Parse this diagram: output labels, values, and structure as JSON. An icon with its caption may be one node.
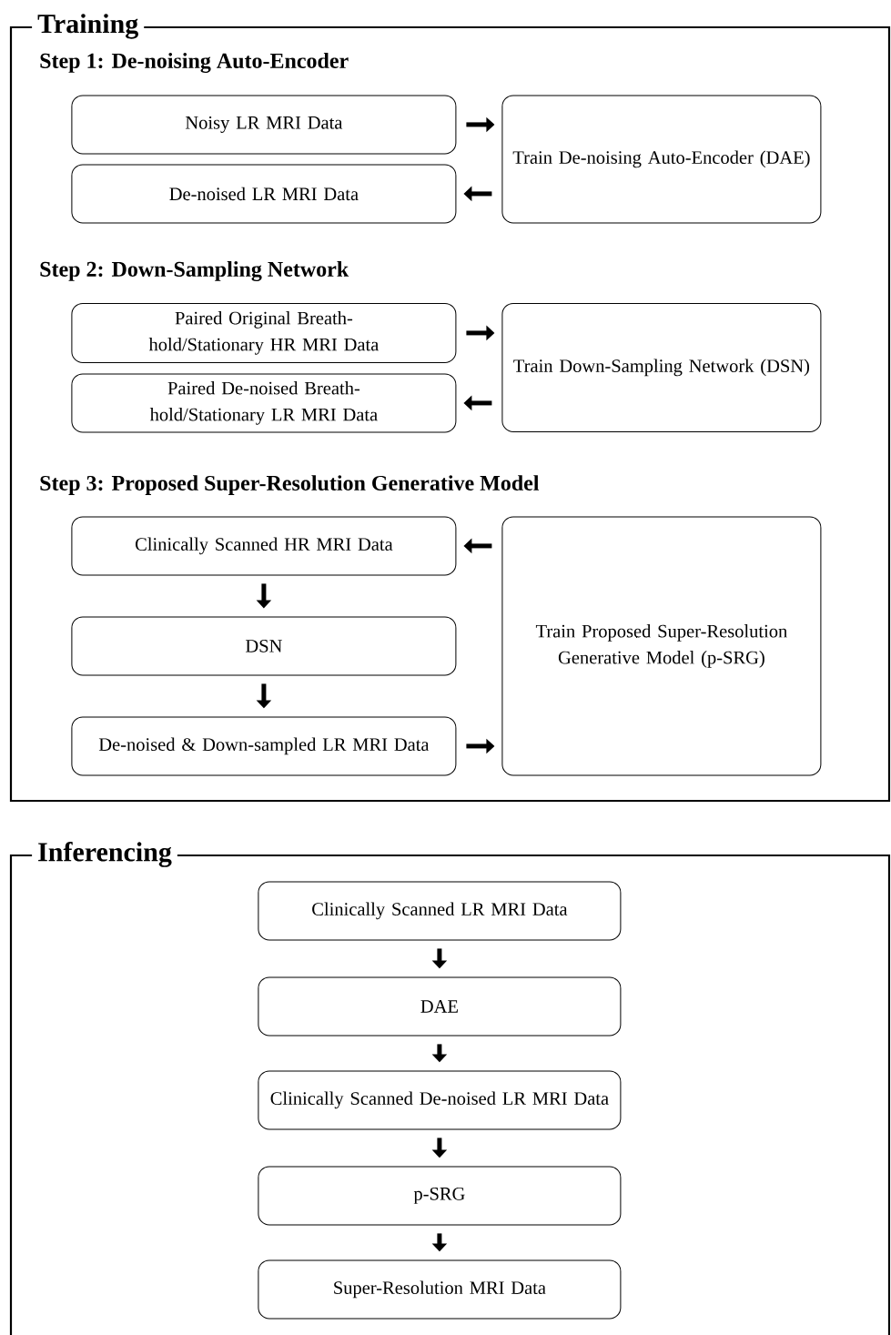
{
  "diagram": {
    "nodes": [
      {
        "text": [
          "Training"
        ]
      },
      {
        "text": [
          "Noisy LR MRI Data"
        ],
        "in": 0
      },
      {
        "text": [
          "De-noised LR MRI Data"
        ],
        "in": 0
      },
      {
        "text": [
          "Train De-noising Auto-Encoder (DAE)"
        ],
        "in": 0
      },
      {
        "text": [
          "Paired Original Breath-hold/Stationary HR MRI Data"
        ],
        "in": 0
      },
      {
        "text": [
          "Paired De-noised Breath-hold/Stationary LR MRI Data"
        ],
        "in": 0
      },
      {
        "text": [
          "Train Down-Sampling Network (DSN)"
        ],
        "in": 0
      },
      {
        "text": [
          "Clinically Scanned HR MRI Data"
        ],
        "in": 0
      },
      {
        "text": [
          "DSN"
        ],
        "in": 0
      },
      {
        "text": [
          "De-noised & Down-sampled LR MRI Data"
        ],
        "in": 0
      },
      {
        "text": [
          "Train Proposed Super-Resolution Generative Model (p-SRG)"
        ],
        "in": 0
      },
      {
        "text": [
          "Inferencing"
        ]
      },
      {
        "text": [
          "Clinically Scanned LR MRI Data"
        ],
        "in": 11
      },
      {
        "text": [
          "DAE"
        ],
        "in": 11
      },
      {
        "text": [
          "Clinically Scanned De-noised LR MRI Data"
        ],
        "in": 11
      },
      {
        "text": [
          "p-SRG"
        ],
        "in": 11
      },
      {
        "text": [
          "Super-Resolution MRI Data"
        ],
        "in": 11
      }
    ],
    "edges": [
      {
        "from": 1,
        "to": 3,
        "arrow": "to"
      },
      {
        "from": 3,
        "to": 2,
        "arrow": "to"
      },
      {
        "from": 4,
        "to": 6,
        "arrow": "to"
      },
      {
        "from": 6,
        "to": 5,
        "arrow": "to"
      },
      {
        "from": 10,
        "to": 7,
        "arrow": "to"
      },
      {
        "from": 7,
        "to": 8,
        "arrow": "to"
      },
      {
        "from": 8,
        "to": 9,
        "arrow": "to"
      },
      {
        "from": 9,
        "to": 10,
        "arrow": "to"
      },
      {
        "from": 12,
        "to": 13,
        "arrow": "to"
      },
      {
        "from": 13,
        "to": 14,
        "arrow": "to"
      },
      {
        "from": 14,
        "to": 15,
        "arrow": "to"
      },
      {
        "from": 15,
        "to": 16,
        "arrow": "to"
      }
    ],
    "labels": [
      "Step 1: De-noising Auto-Encoder",
      "Step 2: Down-Sampling Network",
      "Step 3: Proposed Super-Resolution Generative Model"
    ]
  }
}
